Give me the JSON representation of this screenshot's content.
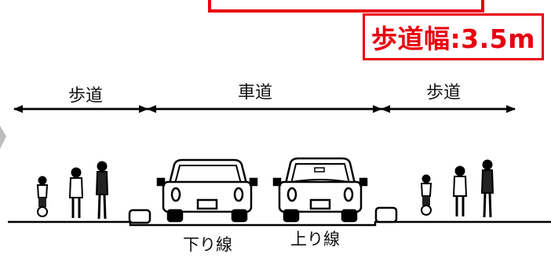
{
  "badge": {
    "text": "歩道幅:3.5m",
    "color": "#e8000f"
  },
  "sections": {
    "left_sidewalk": "歩道",
    "roadway": "車道",
    "right_sidewalk": "歩道"
  },
  "lanes": {
    "down": "下り線",
    "up": "上り線"
  }
}
